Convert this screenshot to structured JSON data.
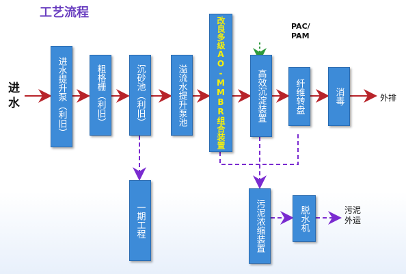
{
  "title": "工艺流程",
  "labels": {
    "inlet": "进水",
    "pac": "PAC/",
    "pam": "PAM",
    "discharge": "外排",
    "sludge_out_1": "污泥",
    "sludge_out_2": "外运"
  },
  "nodes": {
    "pump": "进水提升泵（利旧）",
    "screen": "粗格栅（利旧）",
    "grit": "沉砂池（利旧）",
    "overflow": "溢流水提升泵池",
    "aao": "改良多级AO-MMBR组合装置",
    "hes": "高效沉淀装置",
    "fiber": "纤维转盘",
    "disinfect": "消毒",
    "phase1": "一期工程",
    "thicken": "污泥浓缩装置",
    "dewater": "脱水机"
  },
  "colors": {
    "box": "#3d8bd8",
    "water_arrow": "#b8242a",
    "sludge_arrow": "#7a2bd0",
    "dosing_arrow": "#2e9a3c",
    "title": "#6a3fc0",
    "highlight_text": "#f6f00a"
  }
}
